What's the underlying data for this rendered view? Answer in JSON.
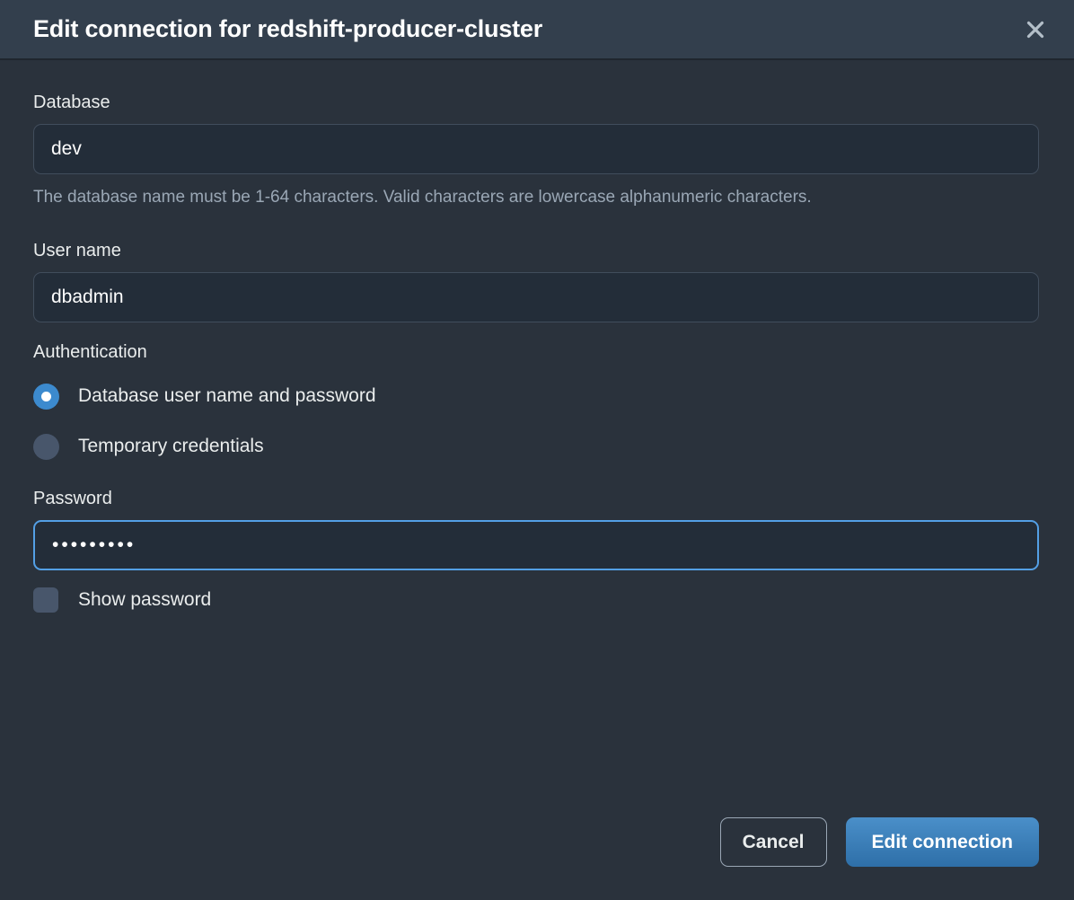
{
  "dialog": {
    "title": "Edit connection for redshift-producer-cluster",
    "close_icon": "close-icon"
  },
  "fields": {
    "database": {
      "label": "Database",
      "value": "dev",
      "placeholder": "",
      "helper": "The database name must be 1-64 characters. Valid characters are lowercase alphanumeric characters."
    },
    "user_name": {
      "label": "User name",
      "value": "dbadmin",
      "placeholder": ""
    },
    "password": {
      "label": "Password",
      "value": "•••••••••",
      "placeholder": "",
      "show_password_label": "Show password",
      "show_password_checked": "false"
    }
  },
  "authentication": {
    "label": "Authentication",
    "options": [
      {
        "label": "Database user name and password",
        "selected": "true"
      },
      {
        "label": "Temporary credentials",
        "selected": "false"
      }
    ]
  },
  "footer": {
    "cancel_label": "Cancel",
    "submit_label": "Edit connection"
  },
  "colors": {
    "dialog_background": "#2a323c",
    "header_background": "#333f4d",
    "input_background": "#232d39",
    "input_border": "#414d5c",
    "focus_border": "#539fe5",
    "accent_blue": "#3c8ace",
    "primary_button": "#2e6fa8",
    "control_off": "#48566b",
    "helper_text": "#9aa7b5",
    "text": "#eaeded"
  }
}
